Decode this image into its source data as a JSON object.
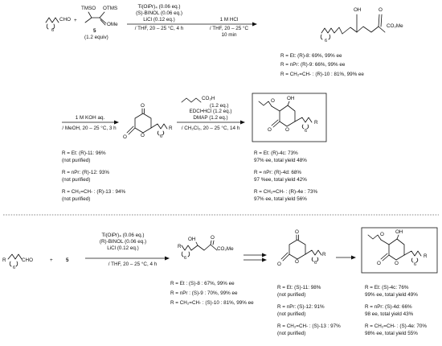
{
  "top": {
    "aldehyde_label": "CHO",
    "aldehyde_sub": "6",
    "plus": "+",
    "dienol_labels": {
      "tms1": "TMSO",
      "tms2": "OTMS",
      "ome": "OMe"
    },
    "compound5": "5",
    "compound5_equiv": "(1.2 equiv)",
    "step1_reagents": [
      "Ti(OiPr)₄ (0.06 eq.)",
      "(S)-BINOL (0.06 eq.)",
      "LiCl (0.12 eq.)"
    ],
    "step1_conditions": "/ THF, 20 – 25 °C, 4 h",
    "step1b_reagent": "1 M HCl",
    "step1b_conditions": [
      "/ THF, 20 – 25 °C",
      "10 min"
    ],
    "hydroxyketoester_labels": {
      "oh": "OH",
      "o": "O",
      "ester": "CO₂Me",
      "sub": "6"
    },
    "products_8_10": [
      "R = Et: (R)-8: 69%, 99% ee",
      "R = nPr: (R)-9: 66%, 99% ee",
      "R = CH₂=CH- : (R)-10 : 81%, 99% ee"
    ],
    "step2_reagent": "1 M KOH aq.",
    "step2_conditions": "/ MeOH, 20 – 25 °C, 3 h",
    "lactone_labels": {
      "o_top": "O",
      "o_ring": "O",
      "o_ex": "O",
      "r": "R",
      "sub": "6"
    },
    "products_11_13": [
      {
        "line": "R = Et: (R)-11: 96%",
        "note": "(not purified)"
      },
      {
        "line": "R = nPr: (R)-12: 93%",
        "note": "(not purified)"
      },
      {
        "line": "R = CH₂=CH- : (R)-13 : 94%",
        "note": "(not purified)"
      }
    ],
    "step3_acid": "CO₂H",
    "step3_acid_equiv": "(1.2 eq.)",
    "step3_reagents": [
      "EDCI•HCl (1.2 eq.)",
      "DMAP (1.2 eq.)"
    ],
    "step3_conditions": "/ CH₂Cl₂, 20 – 25 °C, 14 h",
    "final_labels": {
      "o": "O",
      "oh": "OH",
      "o_ring": "O",
      "o_ex": "O",
      "r": "R",
      "sub": "6"
    },
    "products_4": [
      {
        "line": "R = Et: (R)-4c: 73%",
        "note": "97% ee, total yield 48%"
      },
      {
        "line": "R = nPr: (R)-4d: 68%",
        "note": "97 %ee, total yield 42%"
      },
      {
        "line": "R = CH₂=CH- : (R)-4e : 73%",
        "note": "97% ee, total yield 56%"
      }
    ]
  },
  "bottom": {
    "aldehyde_label": "CHO",
    "r_label": "R",
    "aldehyde_sub": "6",
    "plus": "+",
    "compound5": "5",
    "reagents": [
      "Ti(OiPr)₄ (0.06 eq.)",
      "(R)-BINOL (0.06 eq.)",
      "LiCl (0.12 eq.)"
    ],
    "conditions": "/ THF, 20 – 25 °C, 4 h",
    "hydroxyketoester_labels": {
      "oh": "OH",
      "o": "O",
      "ester": "CO₂Me",
      "r": "R",
      "sub": "6"
    },
    "products_8_10": [
      "R = Et : (S)-8 : 67%, 99% ee",
      "R = nPr : (S)-9 : 70%, 99% ee",
      "R = CH₂=CH- : (S)-10 : 81%, 99% ee"
    ],
    "products_11_13": [
      {
        "line": "R = Et: (S)-11: 98%",
        "note": "(not purified)"
      },
      {
        "line": "R = nPr: (S)-12: 91%",
        "note": "(not purified)"
      },
      {
        "line": "R = CH₂=CH- : (S)-13 : 97%",
        "note": "(not purified)"
      }
    ],
    "products_4": [
      {
        "line": "R = Et: (S)-4c: 76%",
        "note": "99% ee, total yield 49%"
      },
      {
        "line": "R = nPr: (S)-4d: 66%",
        "note": "98 ee, total yield 43%"
      },
      {
        "line": "R = CH₂=CH- : (S)-4e: 70%",
        "note": "98% ee, total yield 55%"
      }
    ]
  }
}
